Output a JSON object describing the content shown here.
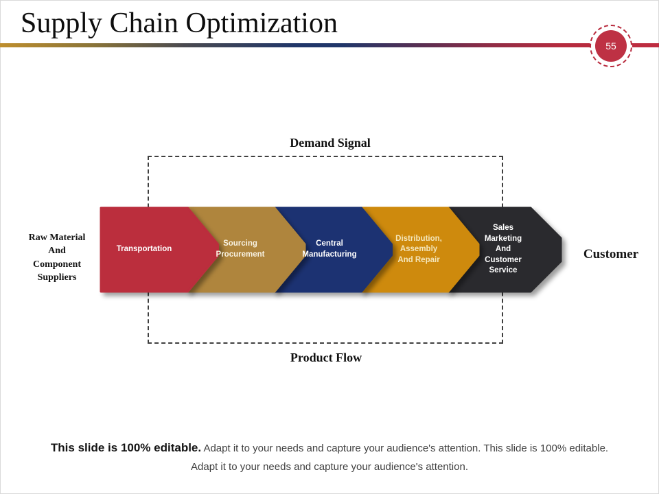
{
  "slide": {
    "title": "Supply Chain Optimization",
    "slide_number": "55"
  },
  "diagram": {
    "top_flow_label": "Demand Signal",
    "bottom_flow_label": "Product Flow",
    "left_label": "Raw Material\nAnd\nComponent\nSuppliers",
    "right_label": "Customer",
    "steps": [
      {
        "label": "Transportation",
        "color": "#BB2D3E",
        "text_color": "#FFFFFF"
      },
      {
        "label": "Sourcing\nProcurement",
        "color": "#AF853C",
        "text_color": "#F8F2E2"
      },
      {
        "label": "Central\nManufacturing",
        "color": "#1C3372",
        "text_color": "#FFFFFF"
      },
      {
        "label": "Distribution,\nAssembly\nAnd Repair",
        "color": "#CE8A10",
        "text_color": "#F4E6BB"
      },
      {
        "label": "Sales\nMarketing\nAnd\nCustomer\nService",
        "color": "#2B2B2D",
        "text_color": "#FFFFFF"
      }
    ]
  },
  "footer": {
    "line1_bold": "This slide is 100% editable.",
    "line1_rest": " Adapt it to your needs and capture your audience's attention. This slide is 100% editable.",
    "line2": "Adapt it to your needs and capture your audience's attention."
  },
  "colors": {
    "accent_red": "#B8293C",
    "dashed_border": "#3F3F3F",
    "underline_gradient_start": "#BE8E2D",
    "underline_gradient_mid": "#203669",
    "underline_gradient_end": "#BE2C40"
  }
}
